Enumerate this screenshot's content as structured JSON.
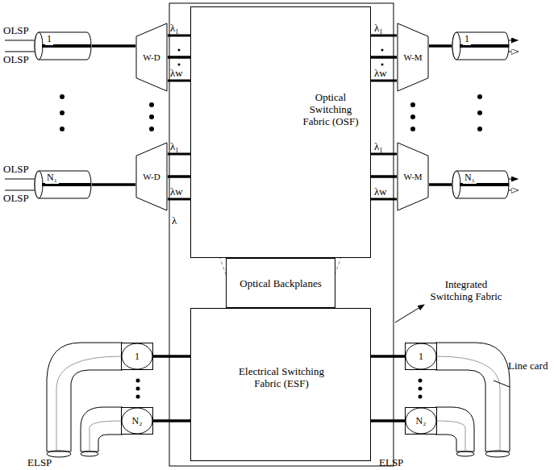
{
  "diagram": {
    "nodes": [
      {
        "text": [
          "Optical Switching Fabric (OSF)"
        ]
      },
      {
        "text": [
          "Optical Backplanes"
        ]
      },
      {
        "text": [
          "Electrical Switching Fabric (ESF)"
        ]
      },
      {
        "text": [
          "W-D"
        ]
      },
      {
        "text": [
          "W-D"
        ]
      },
      {
        "text": [
          "W-M"
        ]
      },
      {
        "text": [
          "W-M"
        ]
      },
      {
        "text": [
          "1"
        ]
      },
      {
        "text": [
          "N₁"
        ]
      },
      {
        "text": [
          "1"
        ]
      },
      {
        "text": [
          "N₁"
        ]
      },
      {
        "text": [
          "1"
        ]
      },
      {
        "text": [
          "N₂"
        ]
      },
      {
        "text": [
          "1"
        ]
      },
      {
        "text": [
          "N₂"
        ]
      }
    ],
    "edges": [
      {
        "from": 7,
        "to": 3,
        "arrow": "none"
      },
      {
        "from": 8,
        "to": 4,
        "arrow": "none"
      },
      {
        "from": 3,
        "to": 0,
        "arrow": "none"
      },
      {
        "from": 4,
        "to": 0,
        "arrow": "none"
      },
      {
        "from": 0,
        "to": 5,
        "arrow": "none"
      },
      {
        "from": 0,
        "to": 6,
        "arrow": "none"
      },
      {
        "from": 5,
        "to": 9,
        "arrow": "none"
      },
      {
        "from": 6,
        "to": 10,
        "arrow": "none"
      },
      {
        "from": 11,
        "to": 2,
        "arrow": "none"
      },
      {
        "from": 12,
        "to": 2,
        "arrow": "none"
      },
      {
        "from": 2,
        "to": 13,
        "arrow": "none"
      },
      {
        "from": 2,
        "to": 14,
        "arrow": "none"
      }
    ],
    "labels": [
      "OLSP",
      "OLSP",
      "OLSP",
      "OLSP",
      "λ₁",
      "λw",
      "λ₁",
      "λw",
      "λ",
      "λ₁",
      "λw",
      "λ₁",
      "λw",
      "Integrated Switching Fabric",
      "Line card",
      "ELSP",
      "ELSP"
    ]
  }
}
